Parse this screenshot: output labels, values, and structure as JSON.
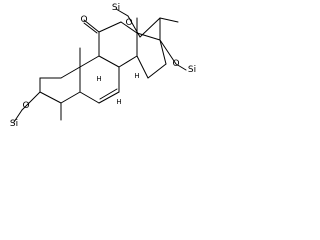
{
  "molecule": {
    "labels": {
      "tms_top": "Si",
      "o_top": "O",
      "tms_right": "Si",
      "o_right": "O",
      "tms_left": "Si",
      "o_left": "O",
      "ketone_o": "O",
      "h_8": "H",
      "h_9": "H",
      "h_14": "H"
    },
    "colors": {
      "bond": "#000000",
      "text": "#000000",
      "background": "#ffffff"
    }
  }
}
